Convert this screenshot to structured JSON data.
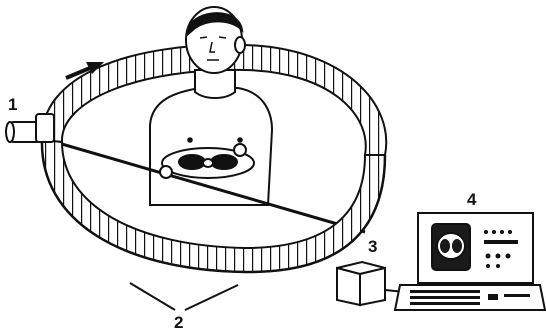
{
  "diagram": {
    "labels": {
      "source": "1",
      "detectors": "2",
      "interface": "3",
      "computer": "4"
    },
    "colors": {
      "ink": "#111111",
      "paper": "#ffffff",
      "screen": "#1a1a1a"
    }
  }
}
